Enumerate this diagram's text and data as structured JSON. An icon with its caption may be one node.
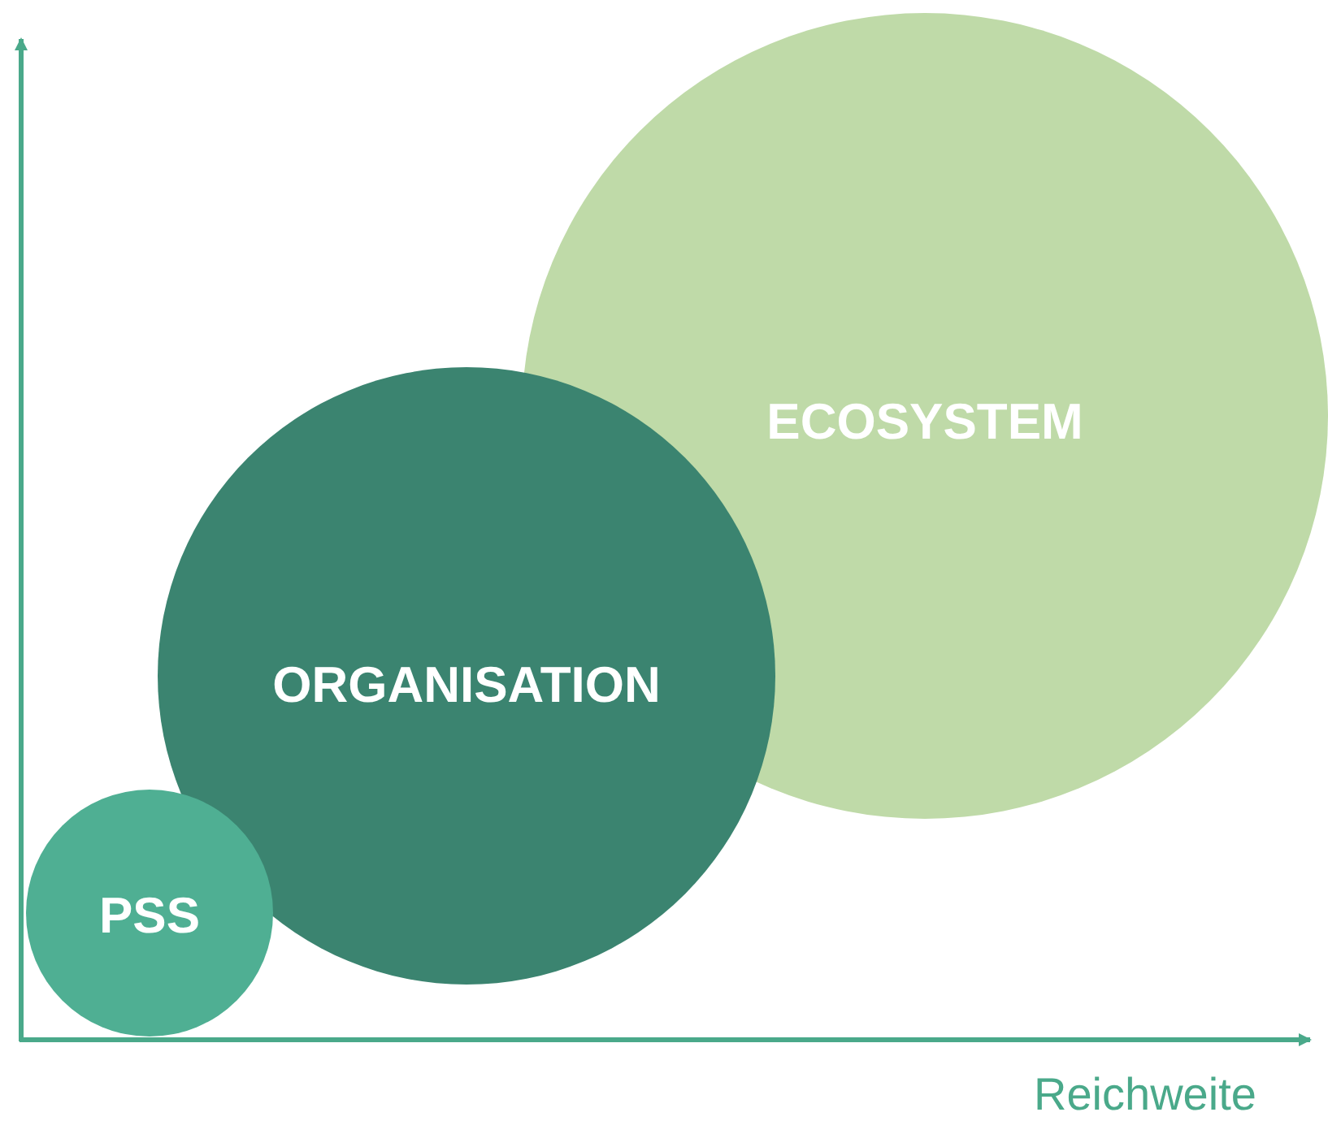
{
  "diagram": {
    "nodes": [
      {
        "text": [
          "ECOSYSTEM"
        ]
      },
      {
        "text": [
          "ORGANISATION"
        ]
      },
      {
        "text": [
          "PSS"
        ]
      }
    ],
    "labels": [
      "Reichweite"
    ]
  }
}
